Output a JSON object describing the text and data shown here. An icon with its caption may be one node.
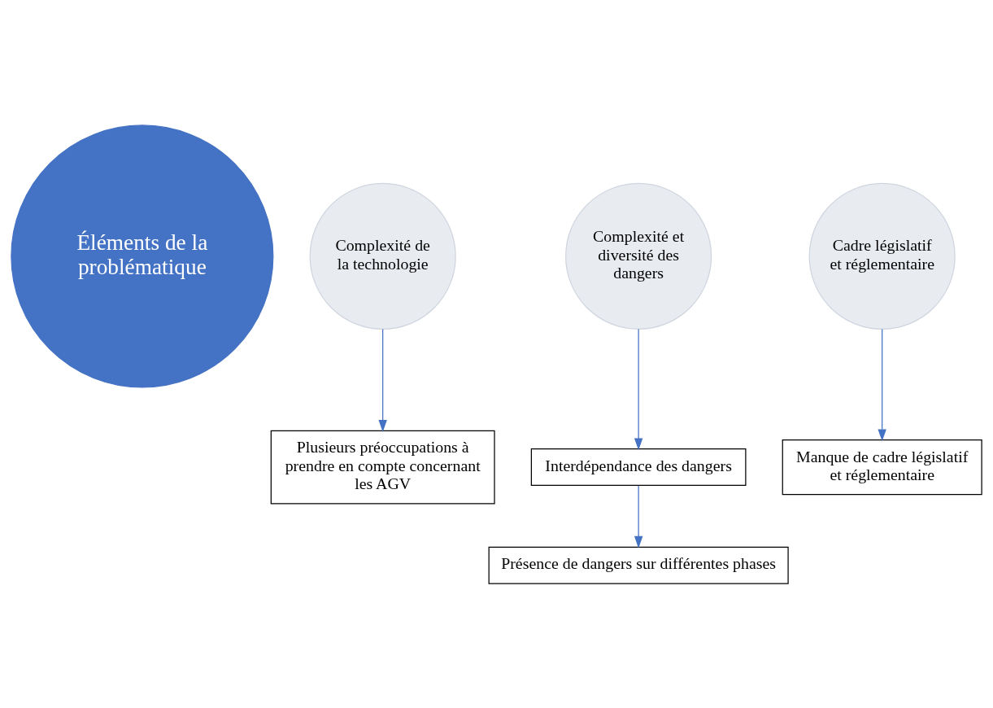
{
  "diagram": {
    "nodes": [
      {
        "text": [
          "Éléments de la problématique"
        ]
      },
      {
        "text": [
          "Complexité de la technologie"
        ]
      },
      {
        "text": [
          "Plusieurs préoccupations à prendre en compte concernant les AGV"
        ]
      },
      {
        "text": [
          "Complexité et diversité des dangers"
        ]
      },
      {
        "text": [
          "Interdépendance des dangers"
        ]
      },
      {
        "text": [
          "Présence de dangers sur différentes phases"
        ]
      },
      {
        "text": [
          "Cadre législatif et réglementaire"
        ]
      },
      {
        "text": [
          "Manque de cadre législatif et réglementaire"
        ]
      }
    ],
    "edges": [
      {
        "from": 1,
        "to": 2,
        "arrow": "to"
      },
      {
        "from": 3,
        "to": 4,
        "arrow": "to"
      },
      {
        "from": 4,
        "to": 5,
        "arrow": "to"
      },
      {
        "from": 6,
        "to": 7,
        "arrow": "to"
      }
    ]
  }
}
